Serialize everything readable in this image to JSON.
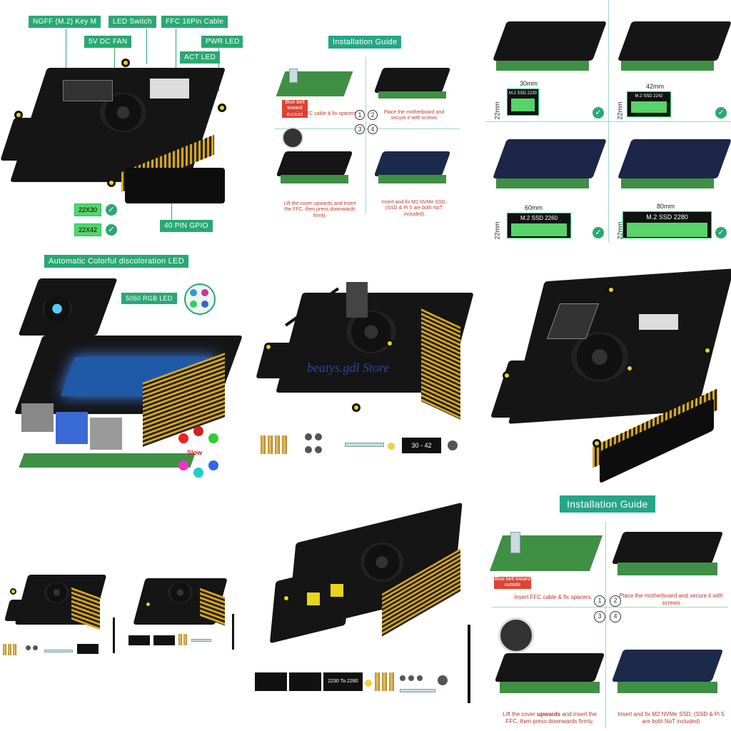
{
  "tile1": {
    "labels": {
      "ngff": "NGFF (M.2) Key M",
      "led_switch": "LED Switch",
      "ffc": "FFC 16Pin Cable",
      "fan": "5V DC FAN",
      "pwr": "PWR LED",
      "act": "ACT LED",
      "gpio": "40 PIN GPIO"
    },
    "sizes": [
      "22X30",
      "22X42"
    ]
  },
  "guide_small": {
    "title": "Installation Guide",
    "blue_belt": "Blue belt toward outside",
    "step1": "Insert FFC cable & fix spacers.",
    "step2": "Place the motherboard and secure it with screws",
    "step3": "Lift the cover upwards and insert the FFC, then press downwards firmly.",
    "step4": "Insert and fix M2 NVMe SSD. (SSD & Pi 5 are both NoT included)",
    "nums": [
      "1",
      "2",
      "3",
      "4"
    ]
  },
  "sizes_tile": {
    "items": [
      {
        "width": "30mm",
        "height": "22mm",
        "label": "M.2 SSD 2230"
      },
      {
        "width": "42mm",
        "height": "22mm",
        "label": "M.2 SSD 2242"
      },
      {
        "width": "60mm",
        "height": "22mm",
        "label": "M.2 SSD 2260"
      },
      {
        "width": "80mm",
        "height": "22mm",
        "label": "M.2 SSD 2280"
      }
    ]
  },
  "led_tile": {
    "title": "Automatic Colorful discoloration LED",
    "rgb_label": "5050 RGB LED",
    "slow": "Slow"
  },
  "watermark": "beatys.gdl Store",
  "board_marks": {
    "sizes_text": "30 - 42",
    "sizes_text2": "2230 To 2280"
  },
  "guide_large": {
    "title": "Installation Guide",
    "blue_belt": "Blue belt toward outside",
    "step1": "Insert FFC cable & fix spacers.",
    "step2": "Place the motherboard and secure it with screws",
    "step3_a": "Lift the cover ",
    "step3_b": "upwards",
    "step3_c": " and insert the FFC, then press downwards firmly.",
    "step4": "Insert and fix M2 NVMe SSD. (SSD & Pi 5 are both NoT included)",
    "nums": [
      "1",
      "2",
      "3",
      "4"
    ]
  },
  "colors": {
    "accent": "#2aa874",
    "board": "#151515",
    "gold": "#d9a619",
    "ssd_green": "#57d36a"
  }
}
